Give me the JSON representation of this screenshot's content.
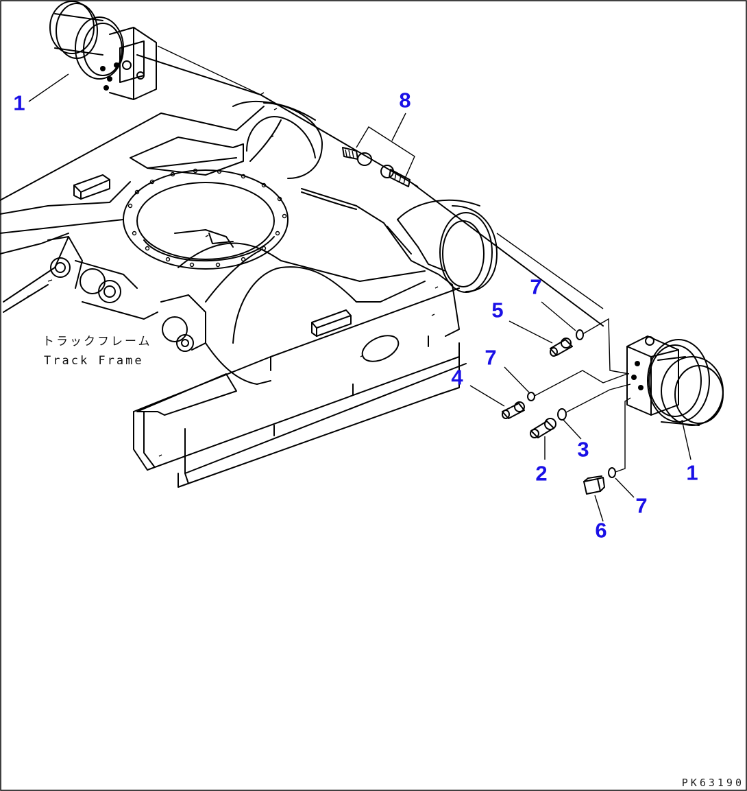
{
  "callouts": {
    "c1a": "1",
    "c1b": "1",
    "c2": "2",
    "c3": "3",
    "c4": "4",
    "c5": "5",
    "c6": "6",
    "c7a": "7",
    "c7b": "7",
    "c7c": "7",
    "c8": "8"
  },
  "labels": {
    "frame_jp": "トラックフレーム",
    "frame_en": "Track Frame"
  },
  "figure_number": "PK63190",
  "colors": {
    "callout": "#1a10e6",
    "lines": "#000000",
    "background": "#ffffff"
  }
}
